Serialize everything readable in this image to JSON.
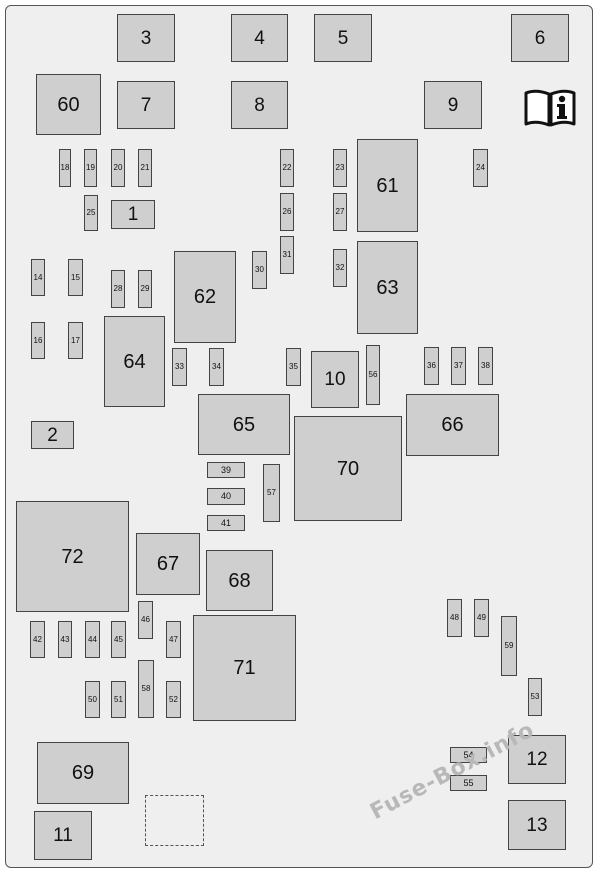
{
  "fuse_box": {
    "info_icon": "manual-info-icon",
    "watermark": "Fuse-Box.info",
    "empty_slot": "dashed-empty-slot",
    "large_fuses": [
      "3",
      "4",
      "5",
      "6",
      "60",
      "7",
      "8",
      "9",
      "1",
      "2",
      "10",
      "11",
      "12",
      "13"
    ],
    "relays": [
      "61",
      "62",
      "63",
      "64",
      "65",
      "66",
      "67",
      "68",
      "69",
      "70",
      "71",
      "72"
    ],
    "mini_fuses": [
      "14",
      "15",
      "16",
      "17",
      "18",
      "19",
      "20",
      "21",
      "22",
      "23",
      "24",
      "25",
      "26",
      "27",
      "28",
      "29",
      "30",
      "31",
      "32",
      "33",
      "34",
      "35",
      "36",
      "37",
      "38",
      "39",
      "40",
      "41",
      "42",
      "43",
      "44",
      "45",
      "46",
      "47",
      "48",
      "49",
      "50",
      "51",
      "52",
      "53",
      "54",
      "55",
      "56",
      "57",
      "58",
      "59"
    ]
  }
}
